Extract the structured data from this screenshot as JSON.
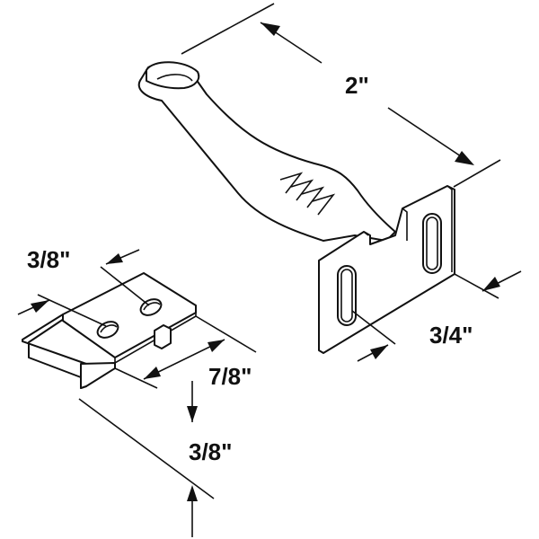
{
  "dimensions": {
    "clip_length": "2\"",
    "clip_width": "3/4\"",
    "bracket_hole_spacing": "3/8\"",
    "bracket_length": "7/8\"",
    "bracket_height": "3/8\""
  },
  "colors": {
    "line": "#111111",
    "background": "#ffffff"
  }
}
